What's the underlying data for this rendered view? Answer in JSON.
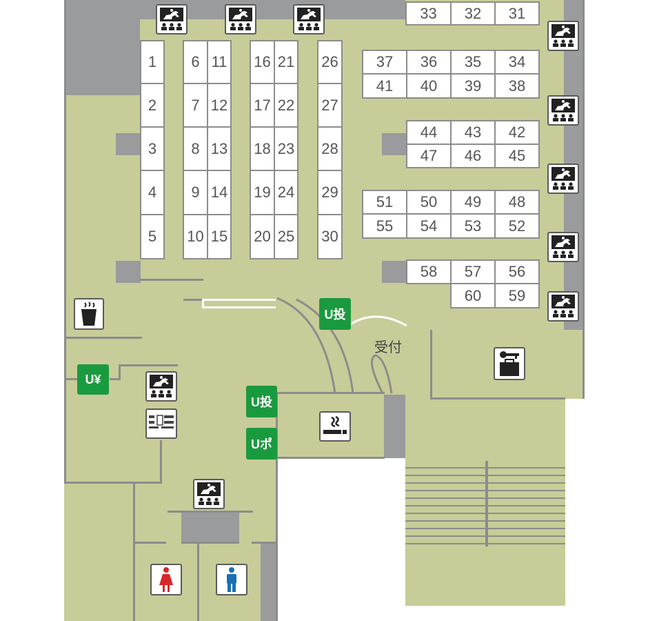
{
  "seats": [
    "1",
    "2",
    "3",
    "4",
    "5",
    "6",
    "7",
    "8",
    "9",
    "10",
    "11",
    "12",
    "13",
    "14",
    "15",
    "16",
    "17",
    "18",
    "19",
    "20",
    "21",
    "22",
    "23",
    "24",
    "25",
    "26",
    "27",
    "28",
    "29",
    "30",
    "31",
    "32",
    "33",
    "34",
    "35",
    "36",
    "37",
    "38",
    "39",
    "40",
    "41",
    "42",
    "43",
    "44",
    "45",
    "46",
    "47",
    "48",
    "49",
    "50",
    "51",
    "52",
    "53",
    "54",
    "55",
    "56",
    "57",
    "58",
    "59",
    "60"
  ],
  "reception_label": "受付",
  "badges": {
    "u_vote_top": "U投",
    "u_vote_bottom": "U投",
    "u_point": "Uポ",
    "u_atm": "U¥"
  },
  "icons": [
    "race-screen-icon",
    "coffee-cup-icon",
    "smoking-area-icon",
    "locker-key-icon",
    "seating-chart-icon",
    "female-restroom-icon",
    "male-restroom-icon"
  ],
  "colors": {
    "floor": "#c8cc98",
    "wall": "#999b9c",
    "badge": "#1a9a3e",
    "seat_border": "#8c8c8c",
    "female": "#d9262b",
    "male": "#1a6fb4"
  }
}
